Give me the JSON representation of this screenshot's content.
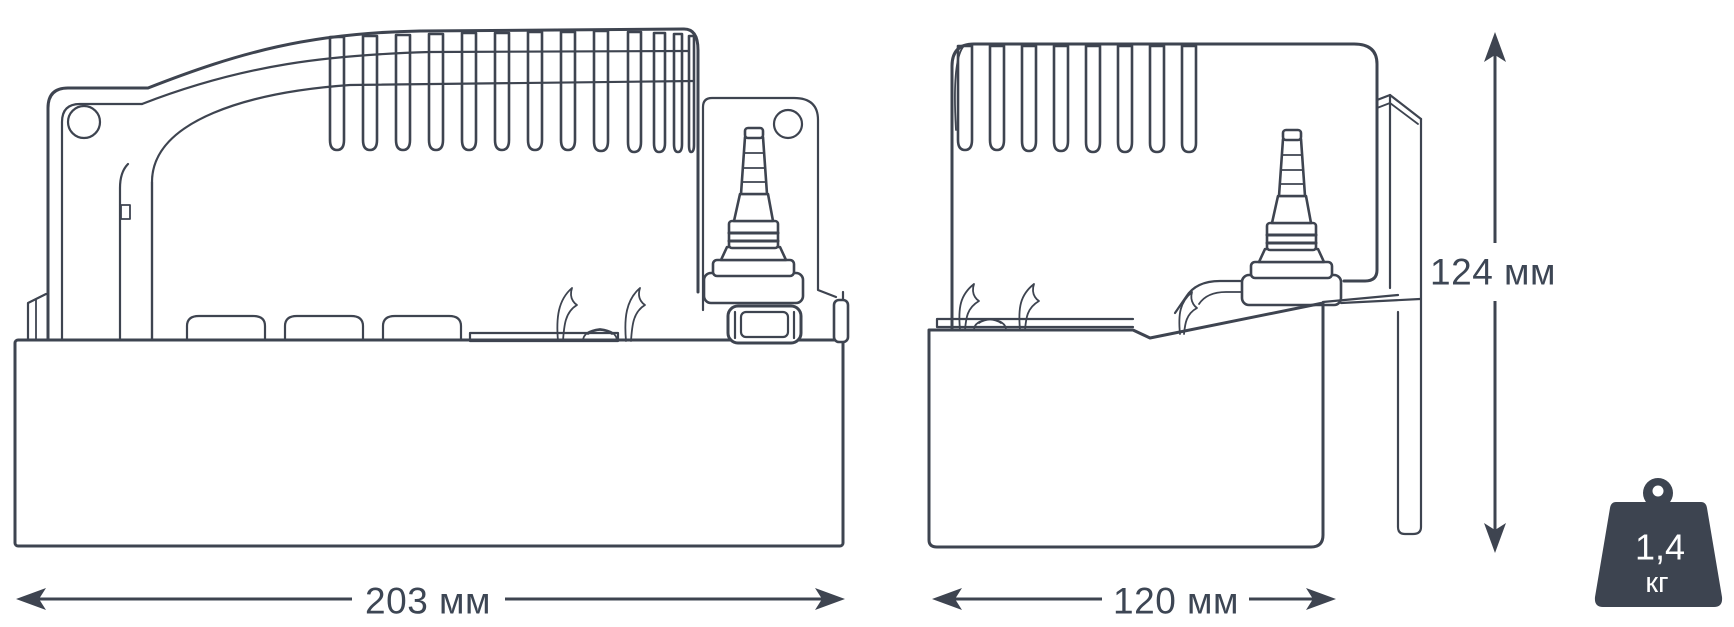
{
  "diagram": {
    "background": "#ffffff",
    "line_color": "#3e4450",
    "label_color": "#3d4654",
    "dimensions": {
      "front_width": "203 мм",
      "side_width": "120 мм",
      "height": "124 мм"
    },
    "weight_badge": {
      "value": "1,4",
      "unit": "кг",
      "fill": "#3d4450",
      "text_color": "#ffffff"
    }
  }
}
